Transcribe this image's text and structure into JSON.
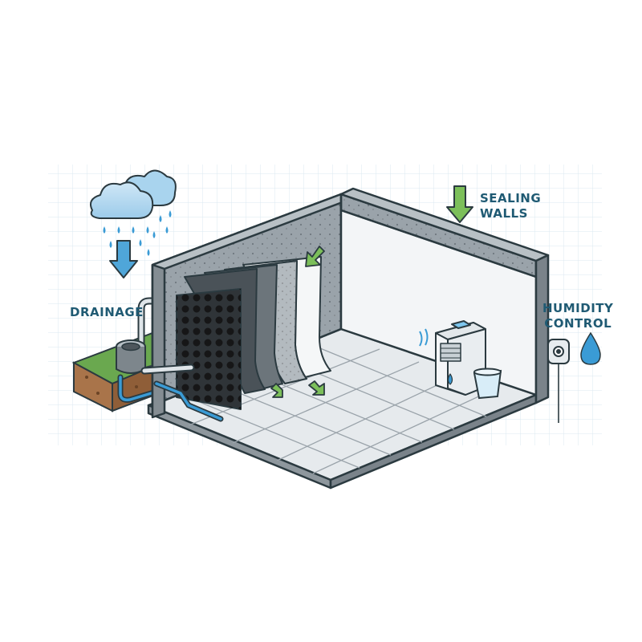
{
  "labels": {
    "drainage": "DRAINAGE",
    "sealing_walls": [
      "SEALING",
      "WALLS"
    ],
    "humidity_control": [
      "HUMIDITY",
      "CONTROL"
    ]
  },
  "colors": {
    "label_text": "#1f5a73",
    "grid": "#d7e6ee",
    "concrete": "#9aa3aa",
    "concrete_dark": "#6f787f",
    "floor_tile": "#e6eaed",
    "interior_wall": "#f3f5f7",
    "membrane_dark": "#2f3438",
    "arrow_green": "#7cbf5a",
    "water_blue": "#3a9bd5",
    "soil": "#a9744a",
    "grass": "#6aa84f"
  },
  "icons": [
    "rain-cloud-icon",
    "down-arrow-icon",
    "water-drop-icon",
    "hygrometer-icon",
    "dehumidifier-icon"
  ]
}
